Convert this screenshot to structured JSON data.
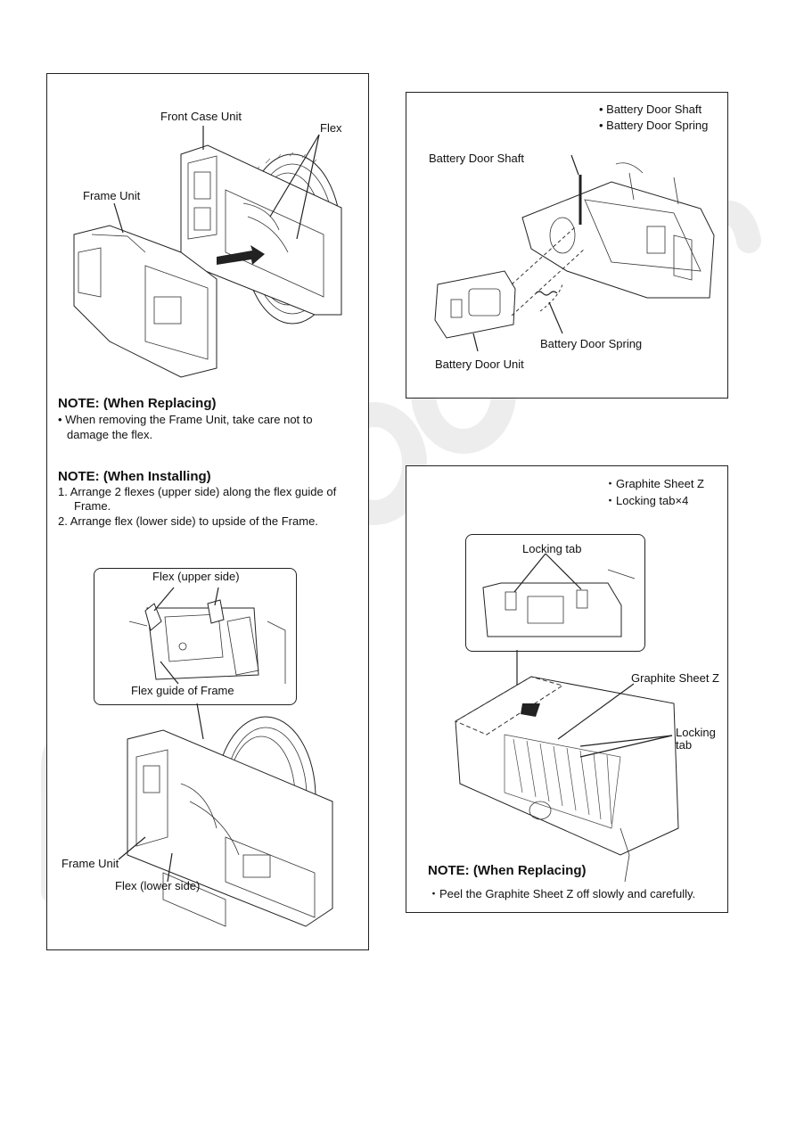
{
  "panel_a": {
    "labels": {
      "front_case_unit": "Front Case Unit",
      "flex": "Flex",
      "frame_unit": "Frame Unit"
    },
    "note_replacing": {
      "heading": "NOTE: (When Replacing)",
      "lines": [
        "• When removing the Frame Unit, take care not to",
        "damage the flex."
      ]
    },
    "note_installing": {
      "heading": "NOTE: (When Installing)",
      "lines": [
        "1. Arrange 2 flexes (upper side) along the flex guide of",
        "Frame.",
        "2. Arrange flex (lower side) to upside of the Frame."
      ]
    },
    "detail": {
      "flex_upper": "Flex (upper side)",
      "flex_guide": "Flex guide of Frame"
    },
    "bottom_labels": {
      "frame_unit": "Frame Unit",
      "flex_lower": "Flex (lower side)"
    }
  },
  "panel_b": {
    "bullets": [
      "• Battery Door Shaft",
      "• Battery Door Spring"
    ],
    "labels": {
      "shaft": "Battery Door Shaft",
      "spring": "Battery Door Spring",
      "door_unit": "Battery Door Unit"
    }
  },
  "panel_c": {
    "bullets": [
      "・Graphite Sheet Z",
      "・Locking tab×4"
    ],
    "labels": {
      "locking_tab_detail": "Locking tab",
      "graphite_sheet": "Graphite Sheet Z",
      "locking_tab_line1": "Locking",
      "locking_tab_line2": "tab"
    },
    "note": {
      "heading": "NOTE: (When Replacing)",
      "line": "・Peel the Graphite Sheet Z off slowly and carefully."
    }
  }
}
